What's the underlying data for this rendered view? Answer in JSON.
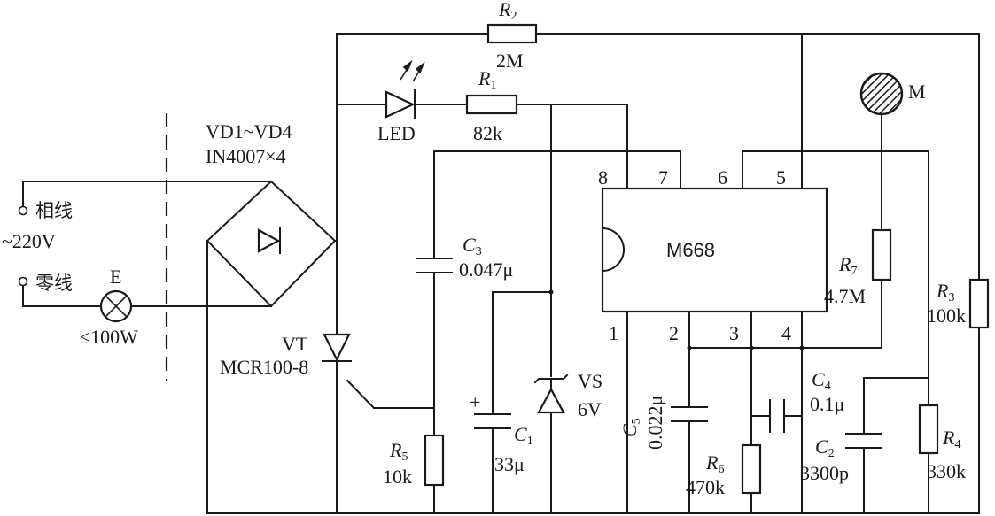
{
  "components": {
    "R2": {
      "ref_letter": "R",
      "ref_num": "2",
      "value": "2M"
    },
    "R1": {
      "ref_letter": "R",
      "ref_num": "1",
      "value": "82k"
    },
    "LED": {
      "label": "LED"
    },
    "M": {
      "label": "M"
    },
    "bridge": {
      "label1": "VD1~VD4",
      "label2": "IN4007×4"
    },
    "line_phase": {
      "label": "相线"
    },
    "voltage": {
      "label": "~220V"
    },
    "line_neutral": {
      "label": "零线"
    },
    "lamp": {
      "ref": "E",
      "rating": "≤100W"
    },
    "C3": {
      "ref_letter": "C",
      "ref_num": "3",
      "value": "0.047μ"
    },
    "IC": {
      "name": "M668",
      "pins": [
        "8",
        "7",
        "6",
        "5",
        "1",
        "2",
        "3",
        "4"
      ]
    },
    "R7": {
      "ref_letter": "R",
      "ref_num": "7",
      "value": "4.7M"
    },
    "R3": {
      "ref_letter": "R",
      "ref_num": "3",
      "value": "100k"
    },
    "VT": {
      "ref": "VT",
      "part": "MCR100-8"
    },
    "VS": {
      "ref": "VS",
      "value": "6V"
    },
    "C1": {
      "ref_letter": "C",
      "ref_num": "1",
      "value": "33μ",
      "plus": "+"
    },
    "C5": {
      "ref_letter": "C",
      "ref_num": "5",
      "value": "0.022μ"
    },
    "C4": {
      "ref_letter": "C",
      "ref_num": "4",
      "value": "0.1μ"
    },
    "R6": {
      "ref_letter": "R",
      "ref_num": "6",
      "value": "470k"
    },
    "C2": {
      "ref_letter": "C",
      "ref_num": "2",
      "value": "3300p"
    },
    "R4": {
      "ref_letter": "R",
      "ref_num": "4",
      "value": "330k"
    },
    "R5": {
      "ref_letter": "R",
      "ref_num": "5",
      "value": "10k"
    }
  }
}
